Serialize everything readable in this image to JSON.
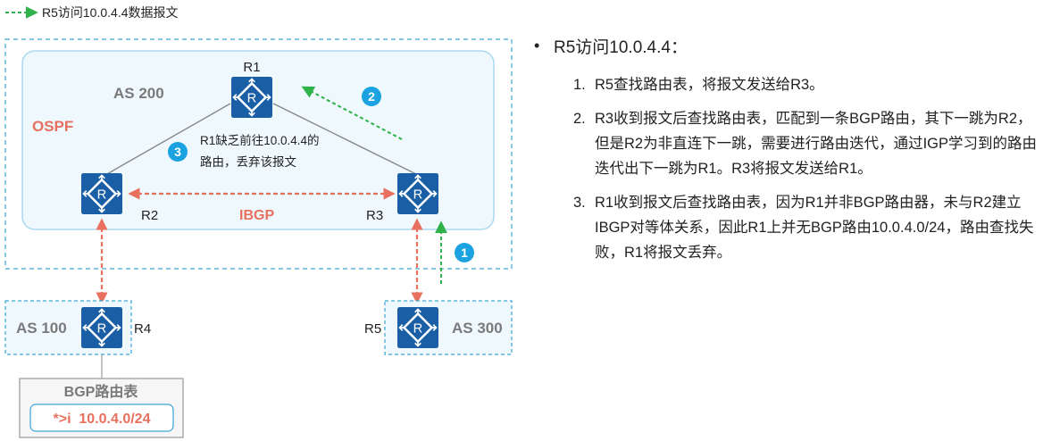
{
  "legend": {
    "text": "R5访问10.0.4.4数据报文",
    "color": "#2fb24a"
  },
  "colors": {
    "router_fill": "#1a5fa6",
    "ibgp": "#e8705f",
    "ospf_label": "#e8705f",
    "dashed_border": "#3aa6d6",
    "badge": "#1aa3e0",
    "as_box_fill": "#eef8fd"
  },
  "as_labels": {
    "as200": "AS 200",
    "as100": "AS 100",
    "as300": "AS 300"
  },
  "ospf_label": "OSPF",
  "ibgp_label": "IBGP",
  "routers": {
    "r1": "R1",
    "r2": "R2",
    "r3": "R3",
    "r4": "R4",
    "r5": "R5"
  },
  "router_icon": "router-icon",
  "badges": {
    "b1": "1",
    "b2": "2",
    "b3": "3"
  },
  "r1_note": {
    "line1": "R1缺乏前往10.0.4.4的",
    "line2": "路由，丢弃该报文"
  },
  "bgp_table": {
    "title": "BGP路由表",
    "entry": "*>i  10.0.4.0/24"
  },
  "panel": {
    "bullet": "•",
    "heading": "R5访问10.0.4.4：",
    "steps": [
      {
        "num": "1.",
        "text": "R5查找路由表，将报文发送给R3。"
      },
      {
        "num": "2.",
        "text": "R3收到报文后查找路由表，匹配到一条BGP路由，其下一跳为R2，但是R2为非直连下一跳，需要进行路由迭代，通过IGP学习到的路由迭代出下一跳为R1。R3将报文发送给R1。"
      },
      {
        "num": "3.",
        "text": "R1收到报文后查找路由表，因为R1并非BGP路由器，未与R2建立IBGP对等体关系，因此R1上并无BGP路由10.0.4.0/24，路由查找失败，R1将报文丢弃。"
      }
    ]
  }
}
